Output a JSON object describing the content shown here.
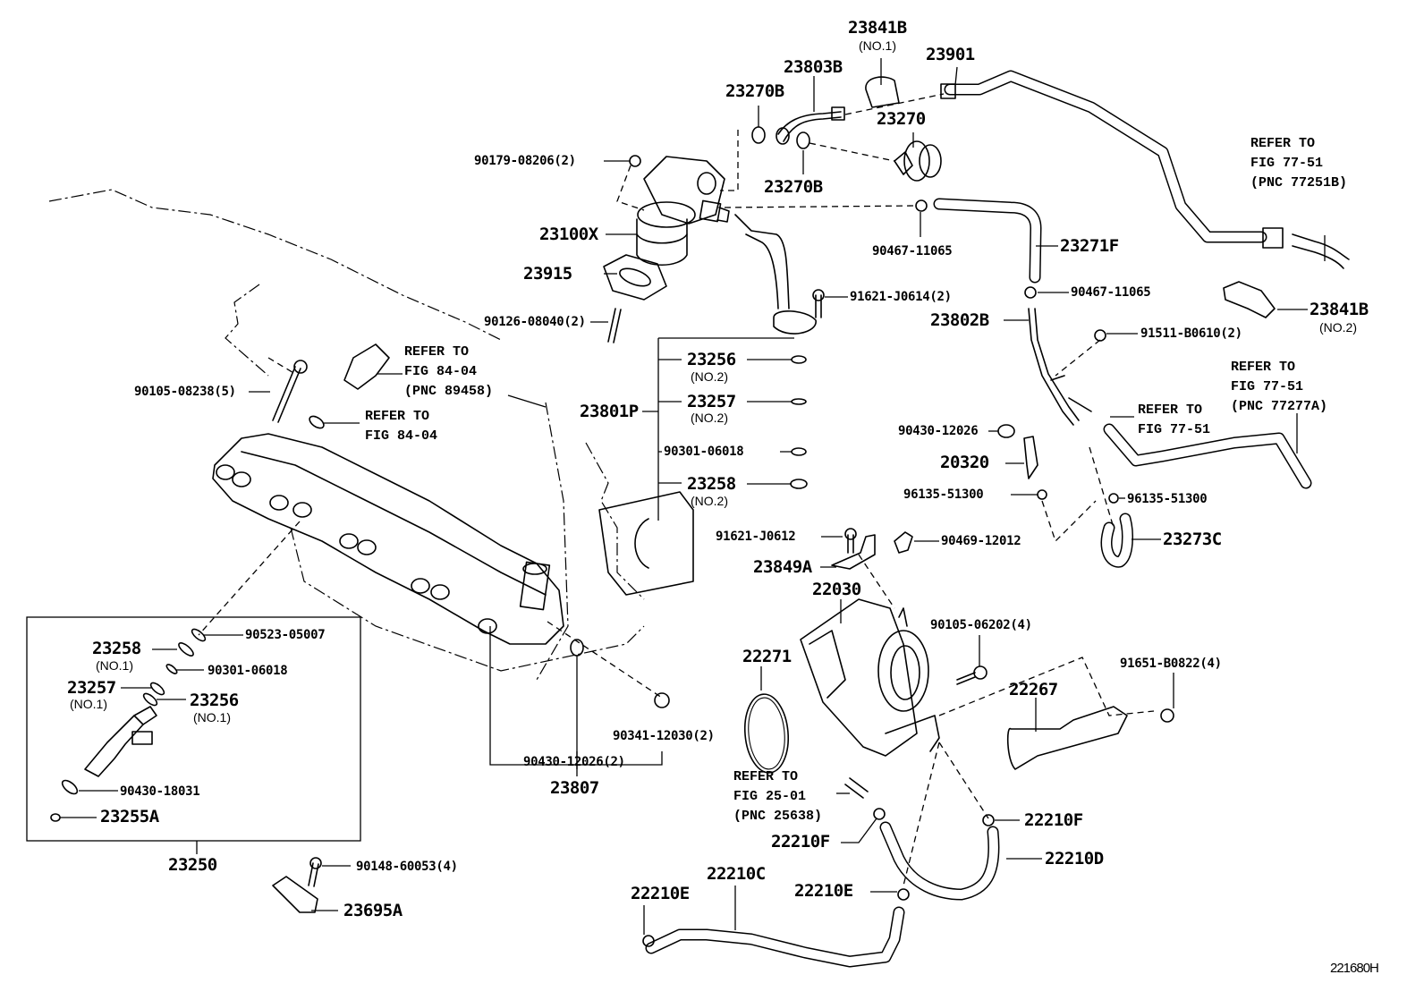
{
  "figure_code": "221680H",
  "parts": {
    "p23841B_no1": {
      "num": "23841B",
      "note": "(NO.1)"
    },
    "p23803B": {
      "num": "23803B"
    },
    "p23901": {
      "num": "23901"
    },
    "p23270B_top": {
      "num": "23270B"
    },
    "p23270": {
      "num": "23270"
    },
    "p23270B_bot": {
      "num": "23270B"
    },
    "p90179": {
      "num": "90179-08206(2)"
    },
    "p23100X": {
      "num": "23100X"
    },
    "p90467_a": {
      "num": "90467-11065"
    },
    "p23271F": {
      "num": "23271F"
    },
    "p23915": {
      "num": "23915"
    },
    "p90126": {
      "num": "90126-08040(2)"
    },
    "p91621_j0614": {
      "num": "91621-J0614(2)"
    },
    "p90467_b": {
      "num": "90467-11065"
    },
    "p23802B": {
      "num": "23802B"
    },
    "p23841B_no2": {
      "num": "23841B",
      "note": "(NO.2)"
    },
    "p91511": {
      "num": "91511-B0610(2)"
    },
    "p90105_08238": {
      "num": "90105-08238(5)"
    },
    "p23801P": {
      "num": "23801P"
    },
    "p23256_no2": {
      "num": "23256",
      "note": "(NO.2)"
    },
    "p23257_no2": {
      "num": "23257",
      "note": "(NO.2)"
    },
    "p90301_a": {
      "num": "90301-06018"
    },
    "p23258_no2": {
      "num": "23258",
      "note": "(NO.2)"
    },
    "p90430_12026": {
      "num": "90430-12026"
    },
    "p20320": {
      "num": "20320"
    },
    "p96135_a": {
      "num": "96135-51300"
    },
    "p96135_b": {
      "num": "96135-51300"
    },
    "p23273C": {
      "num": "23273C"
    },
    "p91621_j0612": {
      "num": "91621-J0612"
    },
    "p90469": {
      "num": "90469-12012"
    },
    "p23849A": {
      "num": "23849A"
    },
    "p22030": {
      "num": "22030"
    },
    "p90105_06202": {
      "num": "90105-06202(4)"
    },
    "p22271": {
      "num": "22271"
    },
    "p91651": {
      "num": "91651-B0822(4)"
    },
    "p22267": {
      "num": "22267"
    },
    "p90523": {
      "num": "90523-05007"
    },
    "p23258_no1": {
      "num": "23258",
      "note": "(NO.1)"
    },
    "p90301_b": {
      "num": "90301-06018"
    },
    "p23257_no1": {
      "num": "23257",
      "note": "(NO.1)"
    },
    "p23256_no1": {
      "num": "23256",
      "note": "(NO.1)"
    },
    "p90430_18031": {
      "num": "90430-18031"
    },
    "p23255A": {
      "num": "23255A"
    },
    "p23250": {
      "num": "23250"
    },
    "p90430_12026_2": {
      "num": "90430-12026(2)"
    },
    "p90341": {
      "num": "90341-12030(2)"
    },
    "p23807": {
      "num": "23807"
    },
    "p90148": {
      "num": "90148-60053(4)"
    },
    "p23695A": {
      "num": "23695A"
    },
    "p22210F_a": {
      "num": "22210F"
    },
    "p22210F_b": {
      "num": "22210F"
    },
    "p22210D": {
      "num": "22210D"
    },
    "p22210C": {
      "num": "22210C"
    },
    "p22210E_a": {
      "num": "22210E"
    },
    "p22210E_b": {
      "num": "22210E"
    }
  },
  "references": {
    "ref_77251B": "REFER TO\nFIG 77-51\n(PNC 77251B)",
    "ref_77277A": "REFER TO\nFIG 77-51\n(PNC 77277A)",
    "ref_77_51": "REFER TO\nFIG 77-51",
    "ref_89458": "REFER TO\nFIG 84-04\n(PNC 89458)",
    "ref_84_04": "REFER TO\nFIG 84-04",
    "ref_25638": "REFER TO\nFIG 25-01\n(PNC 25638)"
  }
}
